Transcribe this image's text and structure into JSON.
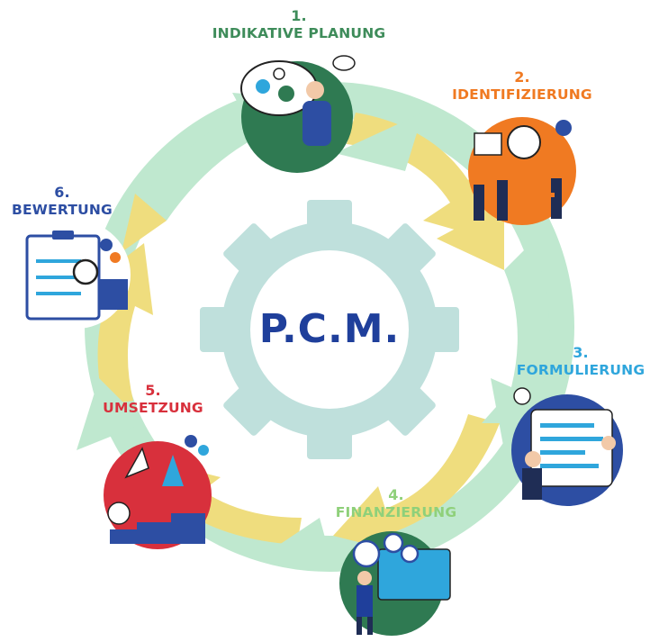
{
  "center": {
    "title": "P.C.M."
  },
  "steps": [
    {
      "number": "1.",
      "title": "INDIKATIVE PLANUNG",
      "color": "#3e8c5a"
    },
    {
      "number": "2.",
      "title": "IDENTIFIZIERUNG",
      "color": "#f07a22"
    },
    {
      "number": "3.",
      "title": "FORMULIERUNG",
      "color": "#2fa6dc"
    },
    {
      "number": "4.",
      "title": "FINANZIERUNG",
      "color": "#8fd07a"
    },
    {
      "number": "5.",
      "title": "UMSETZUNG",
      "color": "#d8303c"
    },
    {
      "number": "6.",
      "title": "BEWERTUNG",
      "color": "#2d4ea3"
    }
  ],
  "colors": {
    "arrow_green": "#bfe8cf",
    "arrow_yellow": "#efdd7e",
    "gear": "#bfe0dc",
    "navy": "#1f3f9b",
    "blue": "#2d4ea3"
  },
  "icons": [
    "gear-icon",
    "lightbulb-icon",
    "rocket-icon",
    "dollar-coin-icon",
    "clipboard-icon",
    "magnifier-icon",
    "chart-icon"
  ]
}
